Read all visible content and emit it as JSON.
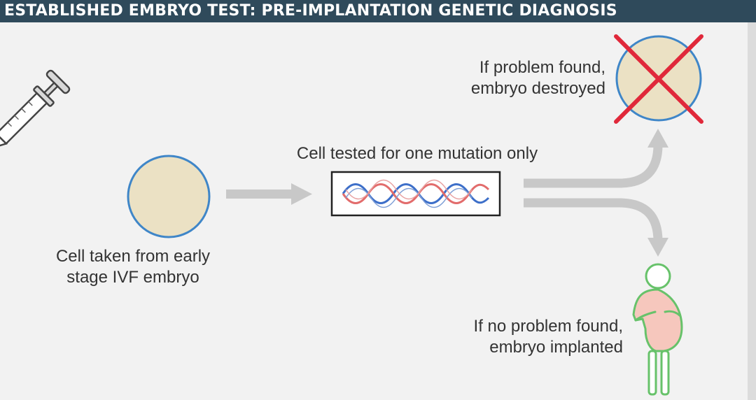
{
  "header": {
    "title": "ESTABLISHED EMBRYO TEST: PRE-IMPLANTATION GENETIC DIAGNOSIS"
  },
  "labels": {
    "cell_taken_line1": "Cell taken from early",
    "cell_taken_line2": "stage IVF embryo",
    "cell_tested": "Cell tested for one mutation only",
    "problem_found_line1": "If problem found,",
    "problem_found_line2": "embryo destroyed",
    "no_problem_line1": "If no problem found,",
    "no_problem_line2": "embryo implanted"
  },
  "icons": [
    "syringe-icon",
    "embryo-icon",
    "dna-icon",
    "cross-icon",
    "pregnant-woman-icon"
  ],
  "colors": {
    "header_bg": "#2f4a5b",
    "embryo_fill": "#ebe1c4",
    "embryo_outline": "#3f86c8",
    "cross": "#e0283a",
    "arrow": "#c8c8c8",
    "woman_outline": "#67c26a",
    "woman_fill": "#f6c7bd",
    "dna_blue": "#3d6fc9",
    "dna_red": "#e26c6c"
  }
}
